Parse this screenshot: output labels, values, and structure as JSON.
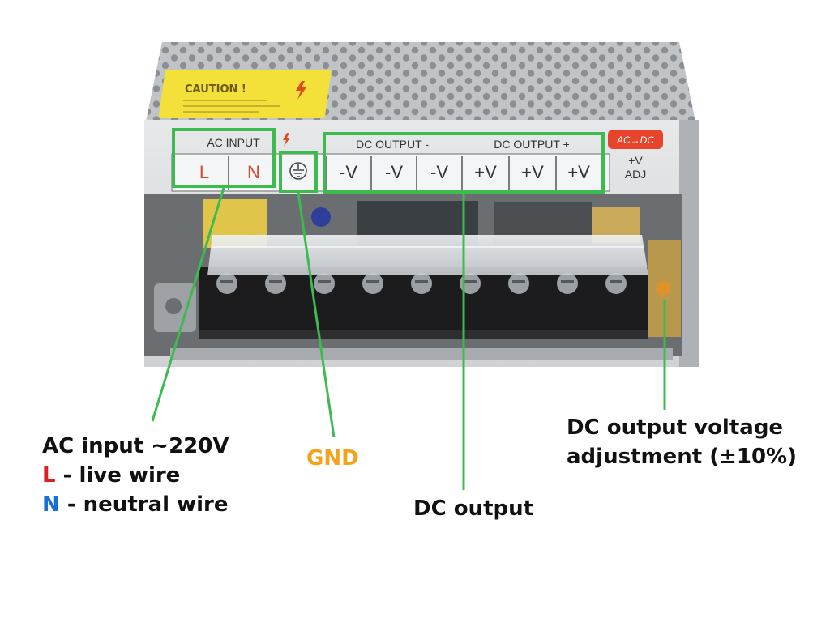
{
  "device": {
    "caution_label": "CAUTION !",
    "ac_input_header": "AC INPUT",
    "dc_output_minus_header": "DC OUTPUT -",
    "dc_output_plus_header": "DC OUTPUT +",
    "ac_dc_badge": "AC→DC",
    "adj_top": "+V",
    "adj_bottom": "ADJ",
    "terminals": [
      "L",
      "N",
      "-V",
      "-V",
      "-V",
      "+V",
      "+V",
      "+V"
    ]
  },
  "callouts": {
    "ac_input": {
      "line1": "AC input ~220V",
      "l_letter": "L",
      "l_text": " - live wire",
      "n_letter": "N",
      "n_text": " - neutral wire"
    },
    "gnd": "GND",
    "dc_output": "DC output",
    "adjustment": {
      "line1": "DC output voltage",
      "line2": "adjustment (±10%)"
    }
  },
  "colors": {
    "highlight_box": "#3dbb4f",
    "callout_line": "#3dbb4f",
    "live_wire": "#e02020",
    "neutral_wire": "#1a6fd6",
    "gnd": "#f2a31b",
    "caution_sticker": "#f3e13a",
    "ac_dc_badge": "#e8442c"
  }
}
